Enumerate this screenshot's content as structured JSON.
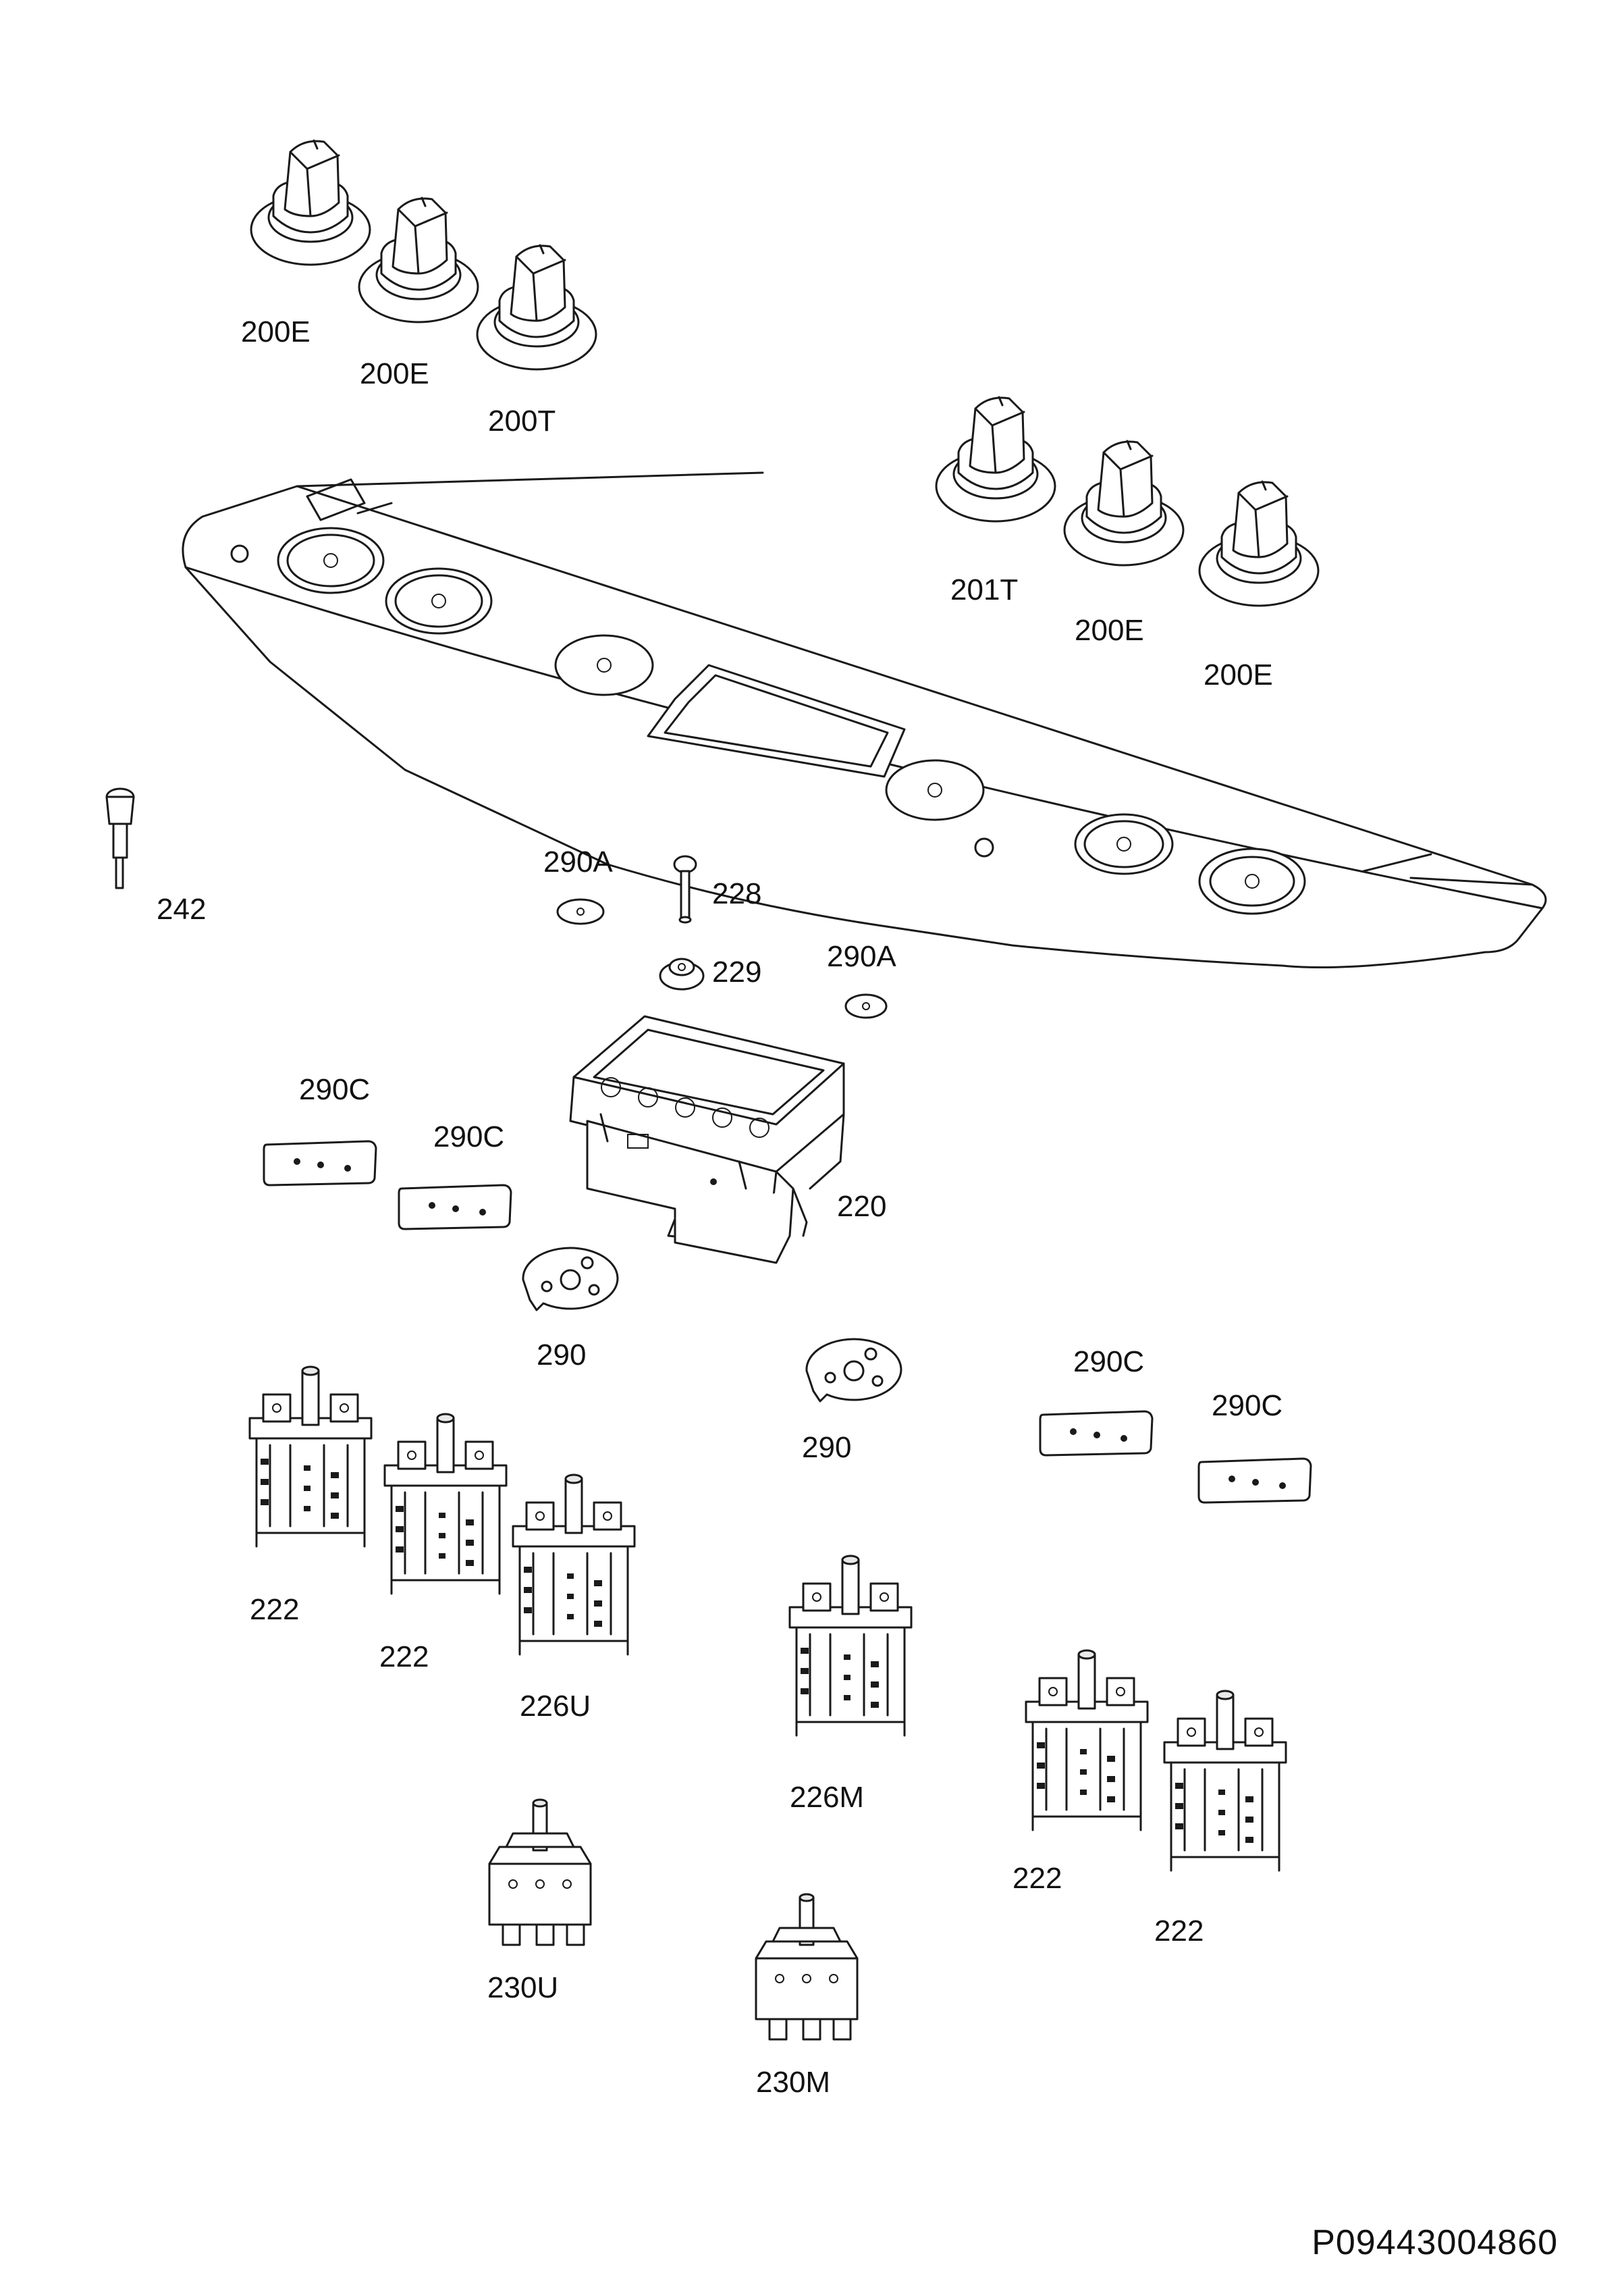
{
  "diagram": {
    "labels": {
      "k1": "200E",
      "k2": "200E",
      "k3": "200T",
      "k4": "201T",
      "k5": "200E",
      "k6": "200E",
      "lamp": "242",
      "w1": "290A",
      "pin": "228",
      "plug": "229",
      "w2": "290A",
      "pc1": "290C",
      "pc2": "290C",
      "clock": "220",
      "pl1": "290",
      "pl2": "290",
      "pc3": "290C",
      "pc4": "290C",
      "sw1": "222",
      "sw2": "222",
      "sw3": "226U",
      "sw4": "226M",
      "sw5": "222",
      "sw6": "222",
      "th1": "230U",
      "th2": "230M"
    },
    "document_number": "P09443004860"
  }
}
